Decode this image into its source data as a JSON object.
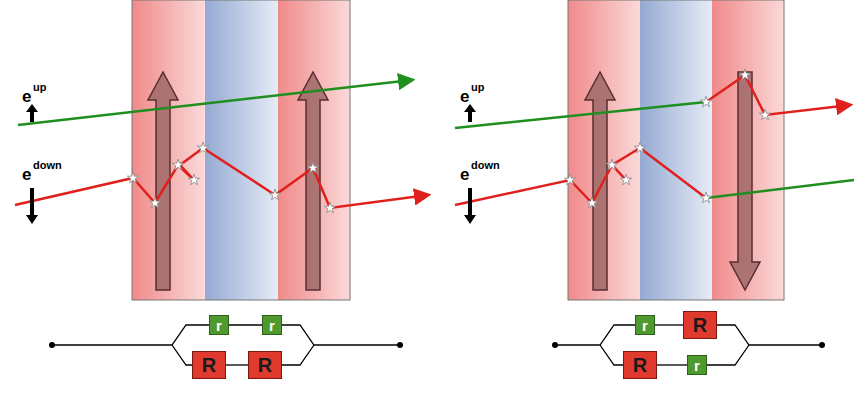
{
  "diagram": {
    "nodes": [
      {
        "text": [
          "r"
        ]
      },
      {
        "text": [
          "r"
        ]
      },
      {
        "text": [
          "R"
        ]
      },
      {
        "text": [
          "R"
        ]
      },
      {
        "text": [
          "r"
        ]
      },
      {
        "text": [
          "R"
        ]
      },
      {
        "text": [
          "R"
        ]
      },
      {
        "text": [
          "r"
        ]
      }
    ],
    "edges": [
      {
        "from": 0,
        "to": 1,
        "arrow": "none"
      },
      {
        "from": 2,
        "to": 3,
        "arrow": "none"
      },
      {
        "from": 4,
        "to": 5,
        "arrow": "none"
      },
      {
        "from": 6,
        "to": 7,
        "arrow": "none"
      }
    ],
    "labels": [
      "e",
      "up",
      "e",
      "down",
      "e",
      "up",
      "e",
      "down"
    ]
  }
}
